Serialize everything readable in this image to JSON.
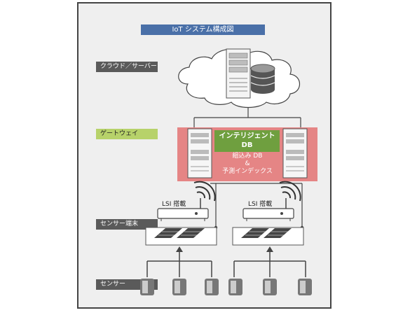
{
  "diagram": {
    "title": "IoT システム構成図",
    "layers": {
      "cloud": "クラウド／サーバー",
      "gateway": "ゲートウェイ",
      "terminal": "センサー端末",
      "sensor": "センサー"
    },
    "gateway_box": {
      "intelligent_db": [
        "インテリジェント",
        "DB"
      ],
      "embedded": [
        "組込み DB",
        "&",
        "予測インデックス"
      ]
    },
    "terminal_label": "LSI 搭載",
    "colors": {
      "title_bg": "#4a70a8",
      "layer_label_bg": "#5a5a5a",
      "gateway_label_bg": "#b7d26a",
      "gateway_box": "#e58585",
      "intelligent_db_bg": "#6f9f3f"
    },
    "icons": [
      "cloud-icon",
      "server-icon",
      "database-icon",
      "router-icon",
      "wifi-icon",
      "chip-icon",
      "sensor-icon",
      "arrow-up-icon"
    ]
  }
}
